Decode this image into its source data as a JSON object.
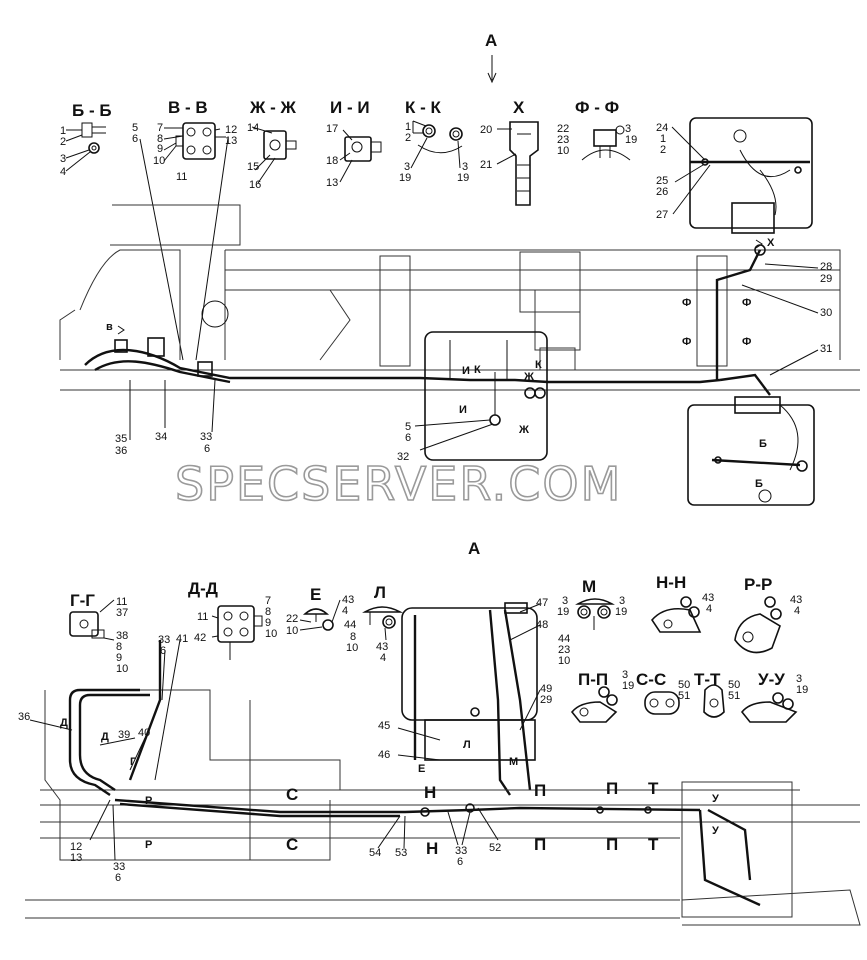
{
  "view_labels": {
    "top_arrow": "А",
    "bottom_view": "А",
    "watermark": "SPECSERVER.COM"
  },
  "sections_top": [
    "Б - Б",
    "В - В",
    "Ж - Ж",
    "И - И",
    "К - К",
    "Х",
    "Ф - Ф"
  ],
  "sections_bottom": [
    "Г-Г",
    "Д-Д",
    "Е",
    "Л",
    "М",
    "Н-Н",
    "Р-Р",
    "П-П",
    "С-С",
    "Т-Т",
    "У-У"
  ],
  "callouts_top": {
    "bb": [
      "1",
      "2",
      "3",
      "4"
    ],
    "vv": [
      "5",
      "6",
      "7",
      "8",
      "9",
      "10",
      "11",
      "12",
      "13"
    ],
    "zhzh": [
      "14",
      "15",
      "16"
    ],
    "ii": [
      "17",
      "18",
      "13"
    ],
    "kk": [
      "1",
      "2",
      "3",
      "19",
      "3",
      "19"
    ],
    "x": [
      "20",
      "21"
    ],
    "ff": [
      "22",
      "23",
      "10",
      "3",
      "19"
    ],
    "tank_right": [
      "24",
      "1",
      "2",
      "25",
      "26",
      "27"
    ],
    "frame_right": [
      "28",
      "29",
      "30",
      "31"
    ],
    "frame_left": [
      "35",
      "36",
      "34",
      "33",
      "6"
    ],
    "tank_mid": [
      "5",
      "6",
      "32"
    ]
  },
  "marks_top": {
    "v": "в",
    "i1": "И",
    "k1": "К",
    "k2": "К",
    "zh1": "Ж",
    "i2": "И",
    "zh2": "Ж",
    "x": "Х",
    "f1": "Ф",
    "f2": "Ф",
    "f3": "Ф",
    "f4": "Ф",
    "b1": "Б",
    "b2": "Б"
  },
  "callouts_bottom": {
    "gg": [
      "11",
      "37",
      "38",
      "8",
      "9",
      "10"
    ],
    "dd": [
      "7",
      "8",
      "9",
      "10",
      "11",
      "42"
    ],
    "e": [
      "22",
      "10",
      "43",
      "4"
    ],
    "l": [
      "44",
      "8",
      "10",
      "43",
      "4"
    ],
    "m": [
      "3",
      "19",
      "3",
      "19",
      "44",
      "23",
      "10"
    ],
    "nn": [
      "43",
      "4"
    ],
    "rr": [
      "43",
      "4"
    ],
    "pp": [
      "3",
      "19"
    ],
    "ss": [
      "50",
      "51"
    ],
    "tt": [
      "50",
      "51"
    ],
    "uu": [
      "3",
      "19"
    ],
    "tank": [
      "47",
      "48",
      "49",
      "29",
      "45",
      "46"
    ],
    "frame": [
      "36",
      "39",
      "40",
      "33",
      "6",
      "41",
      "12",
      "13",
      "33",
      "6",
      "54",
      "53",
      "33",
      "6",
      "52"
    ]
  },
  "marks_bottom": {
    "d1": "Д",
    "d2": "Д",
    "g": "Г",
    "r1": "Р",
    "r2": "Р",
    "s1": "С",
    "s2": "С",
    "e": "Е",
    "l": "Л",
    "m": "М",
    "n1": "Н",
    "n2": "Н",
    "p1": "П",
    "p2": "П",
    "p3": "П",
    "p4": "П",
    "t1": "Т",
    "t2": "Т",
    "u1": "У",
    "u2": "У"
  }
}
